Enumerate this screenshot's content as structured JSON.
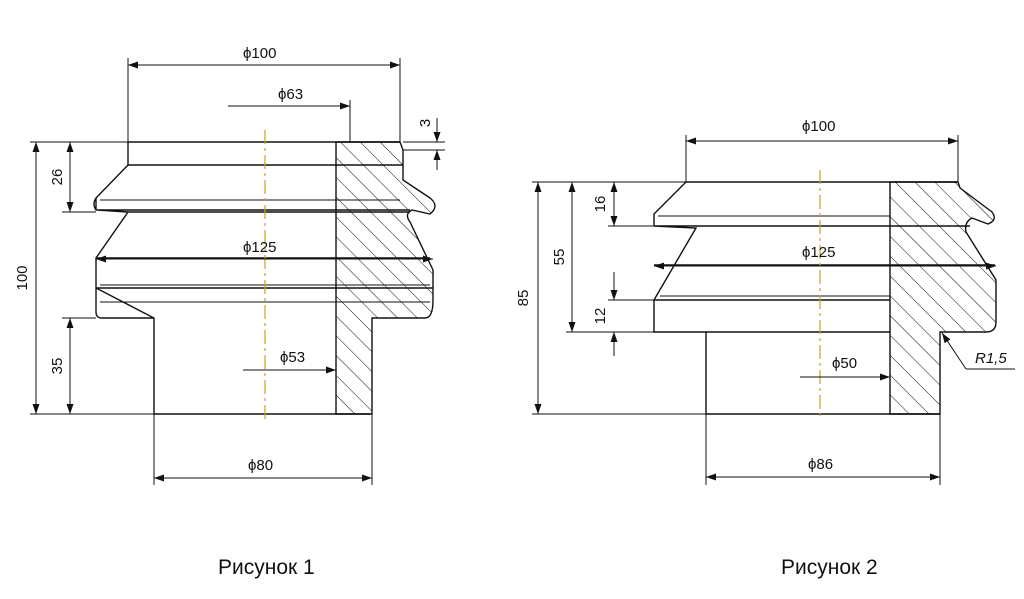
{
  "figure1": {
    "caption": "Рисунок 1",
    "dims": {
      "d100": "ϕ100",
      "d63": "ϕ63",
      "d125": "ϕ125",
      "d53": "ϕ53",
      "d80": "ϕ80",
      "h3": "3",
      "h26": "26",
      "h100": "100",
      "h35": "35"
    }
  },
  "figure2": {
    "caption": "Рисунок 2",
    "dims": {
      "d100": "ϕ100",
      "d125": "ϕ125",
      "d50": "ϕ50",
      "d86": "ϕ86",
      "h16": "16",
      "h55": "55",
      "h85": "85",
      "h12": "12",
      "r15": "R1,5"
    }
  }
}
